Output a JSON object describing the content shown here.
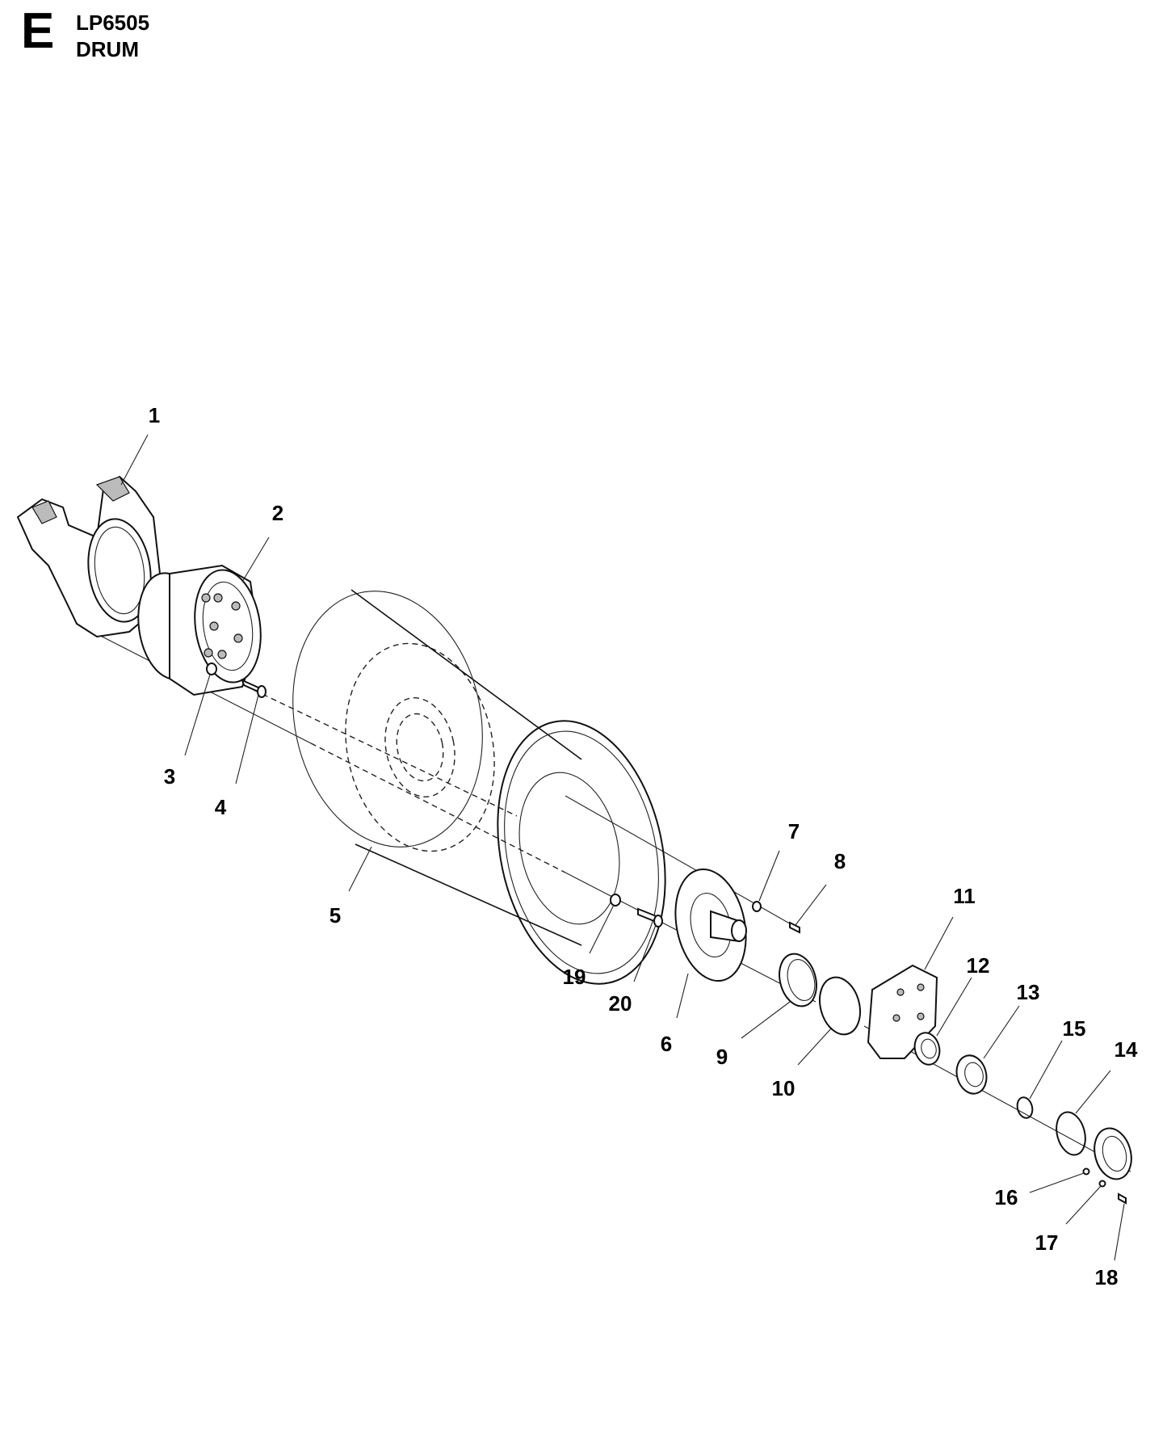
{
  "header": {
    "section_letter": "E",
    "model": "LP6505",
    "title": "DRUM"
  },
  "callouts": [
    "1",
    "2",
    "3",
    "4",
    "5",
    "6",
    "7",
    "8",
    "9",
    "10",
    "11",
    "12",
    "13",
    "14",
    "15",
    "16",
    "17",
    "18",
    "19",
    "20"
  ]
}
